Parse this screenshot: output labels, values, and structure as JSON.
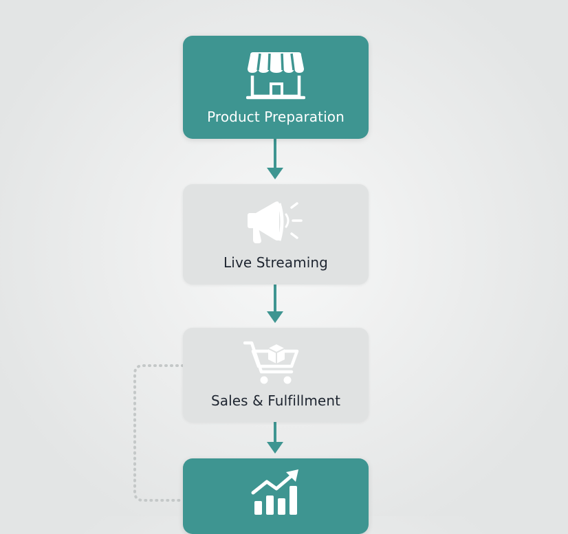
{
  "flowchart": {
    "steps": [
      {
        "label": "Product Preparation",
        "icon": "storefront-icon",
        "style": "teal"
      },
      {
        "label": "Live Streaming",
        "icon": "megaphone-icon",
        "style": "gray"
      },
      {
        "label": "Sales & Fulfillment",
        "icon": "shopping-cart-icon",
        "style": "gray"
      },
      {
        "label": "",
        "icon": "growth-chart-icon",
        "style": "teal"
      }
    ],
    "connectors": [
      {
        "from": 0,
        "to": 1,
        "type": "solid-arrow"
      },
      {
        "from": 1,
        "to": 2,
        "type": "solid-arrow"
      },
      {
        "from": 2,
        "to": 3,
        "type": "solid-arrow"
      },
      {
        "from": 3,
        "to": 2,
        "type": "dotted-loop"
      }
    ]
  },
  "colors": {
    "accent": "#3e9591",
    "node_gray": "#e0e2e2",
    "gray_icon": "#ffffff",
    "label_dark": "#1e2530",
    "dotted_line": "#c4c8c8",
    "background": "#eeefef"
  }
}
